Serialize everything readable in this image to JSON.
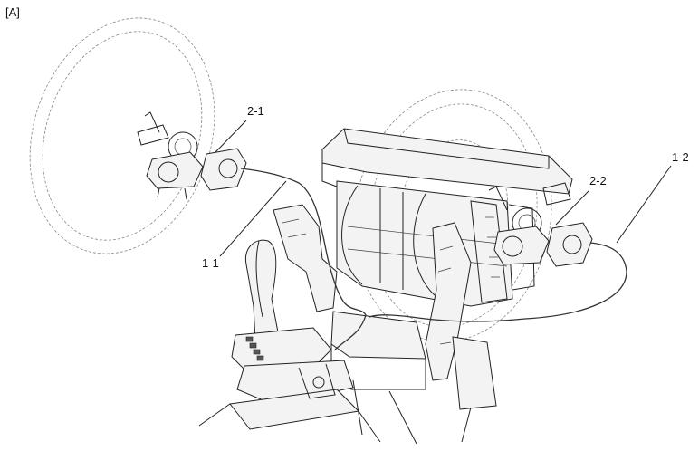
{
  "figure": {
    "panel_label": "[A]",
    "callouts": {
      "c_2_1": "2-1",
      "c_1_1": "1-1",
      "c_2_2": "2-2",
      "c_1_2": "1-2"
    }
  }
}
